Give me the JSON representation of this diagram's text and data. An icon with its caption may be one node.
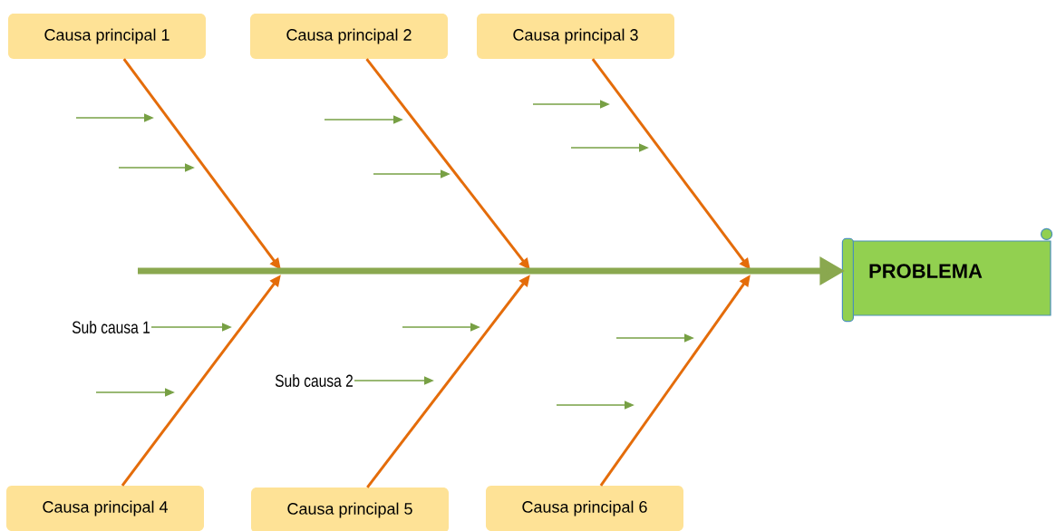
{
  "diagram": {
    "nodes": [
      {
        "text": [
          "Causa principal 1"
        ]
      },
      {
        "text": [
          "Causa principal 2"
        ]
      },
      {
        "text": [
          "Causa principal 3"
        ]
      },
      {
        "text": [
          "Causa principal 4"
        ]
      },
      {
        "text": [
          "Causa principal 5"
        ]
      },
      {
        "text": [
          "Causa principal 6"
        ]
      },
      {
        "text": [
          "PROBLEMA"
        ]
      },
      {
        "text": [
          "Sub causa 1"
        ]
      },
      {
        "text": [
          "Sub causa 2"
        ]
      }
    ],
    "edges": [
      {
        "from": 0,
        "to": null,
        "arrow": "to"
      },
      {
        "from": 1,
        "to": null,
        "arrow": "to"
      },
      {
        "from": 2,
        "to": null,
        "arrow": "to"
      },
      {
        "from": 3,
        "to": null,
        "arrow": "to"
      },
      {
        "from": 4,
        "to": null,
        "arrow": "to"
      },
      {
        "from": 5,
        "to": null,
        "arrow": "to"
      },
      {
        "from": null,
        "to": 6,
        "arrow": "to",
        "style": "thick",
        "color": "#8aa84f"
      },
      {
        "from": 7,
        "to": null,
        "arrow": "to",
        "color": "#77a044"
      },
      {
        "from": 8,
        "to": null,
        "arrow": "to",
        "color": "#77a044"
      }
    ]
  }
}
